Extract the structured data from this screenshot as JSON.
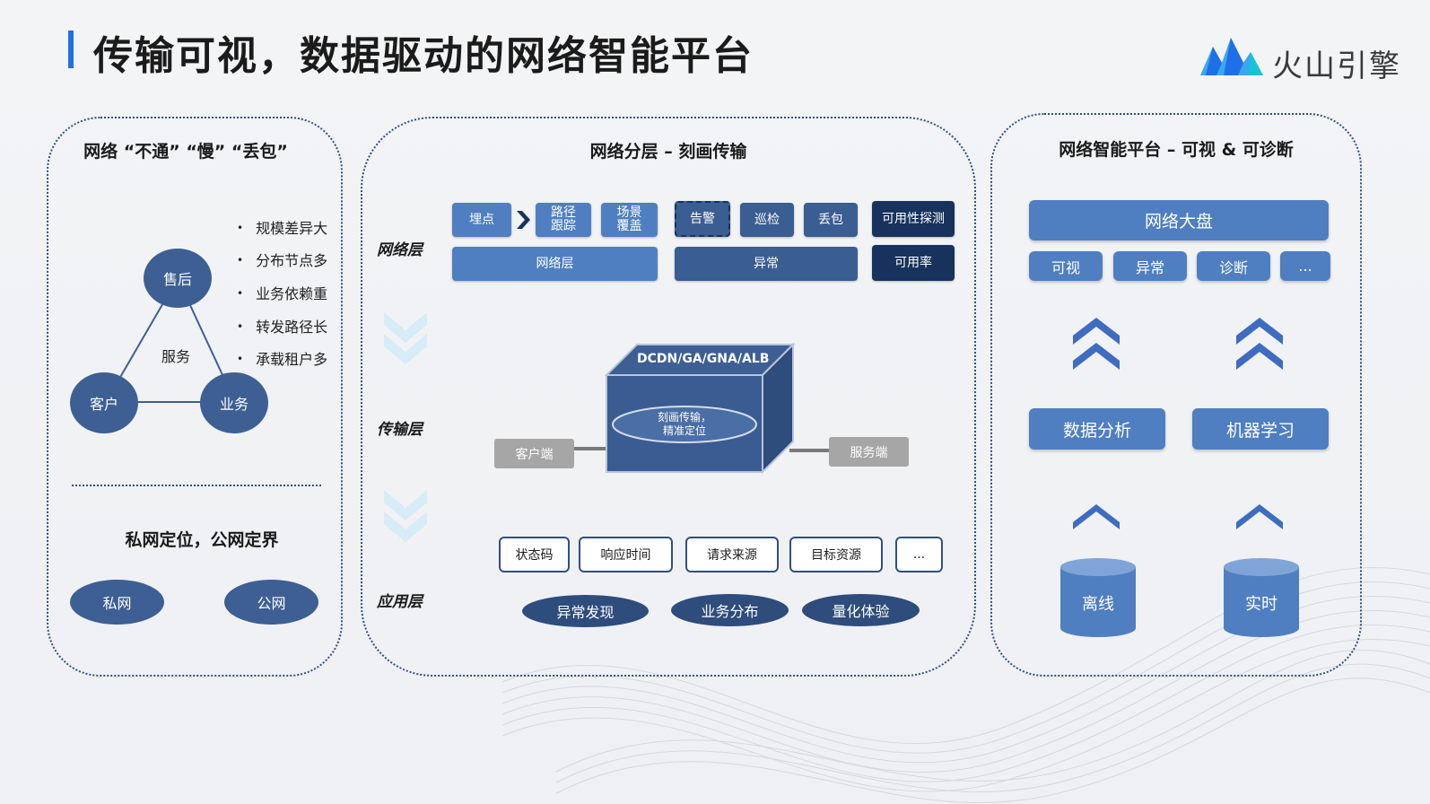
{
  "header": {
    "title": "传输可视，数据驱动的网络智能平台",
    "brand": "火山引擎",
    "accent": "#1f6fe6"
  },
  "left": {
    "title": "网络 “不通” “慢” “丢包”",
    "triangle": {
      "top": "售后",
      "left": "客户",
      "right": "业务",
      "center": "服务"
    },
    "bullets": [
      "规模差异大",
      "分布节点多",
      "业务依赖重",
      "转发路径长",
      "承载租户多"
    ],
    "subtitle": "私网定位，公网定界",
    "ovals": [
      "私网",
      "公网"
    ]
  },
  "middle": {
    "title": "网络分层 – 刻画传输",
    "layers": [
      "网络层",
      "传输层",
      "应用层"
    ],
    "net_row1": [
      "埋点",
      "路径\n跟踪",
      "场景\n覆盖",
      "告警",
      "巡检",
      "丢包",
      "可用性探测"
    ],
    "net_row2": [
      "网络层",
      "异常",
      "可用率"
    ],
    "cube": {
      "top": "DCDN/GA/GNA/ALB",
      "ellipse": "刻画传输，\n精准定位"
    },
    "client": "客户端",
    "server": "服务端",
    "app_row1": [
      "状态码",
      "响应时间",
      "请求来源",
      "目标资源",
      "..."
    ],
    "app_row2": [
      "异常发现",
      "业务分布",
      "量化体验"
    ]
  },
  "right": {
    "title": "网络智能平台 – 可视 & 可诊断",
    "dashboard": "网络大盘",
    "tags": [
      "可视",
      "异常",
      "诊断",
      "..."
    ],
    "analysis": [
      "数据分析",
      "机器学习"
    ],
    "storage": [
      "离线",
      "实时"
    ]
  },
  "colors": {
    "navy": "#17325d",
    "mid": "#3d5f93",
    "light": "#4f7fc0"
  }
}
